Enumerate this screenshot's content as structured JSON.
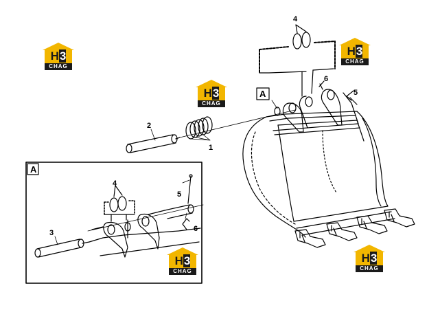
{
  "detail_label": "A",
  "callouts": {
    "c1": "1",
    "c2": "2",
    "c3": "3",
    "c4_top": "4",
    "c4_detail": "4",
    "c5_top": "5",
    "c5_detail": "5",
    "c6_top": "6",
    "c6_detail": "6"
  },
  "watermark": {
    "letters": "H",
    "number": "3",
    "caption": "CHAG"
  },
  "colors": {
    "line": "#000000",
    "logo_yellow": "#f2b600",
    "logo_dark": "#1a1a1a"
  }
}
